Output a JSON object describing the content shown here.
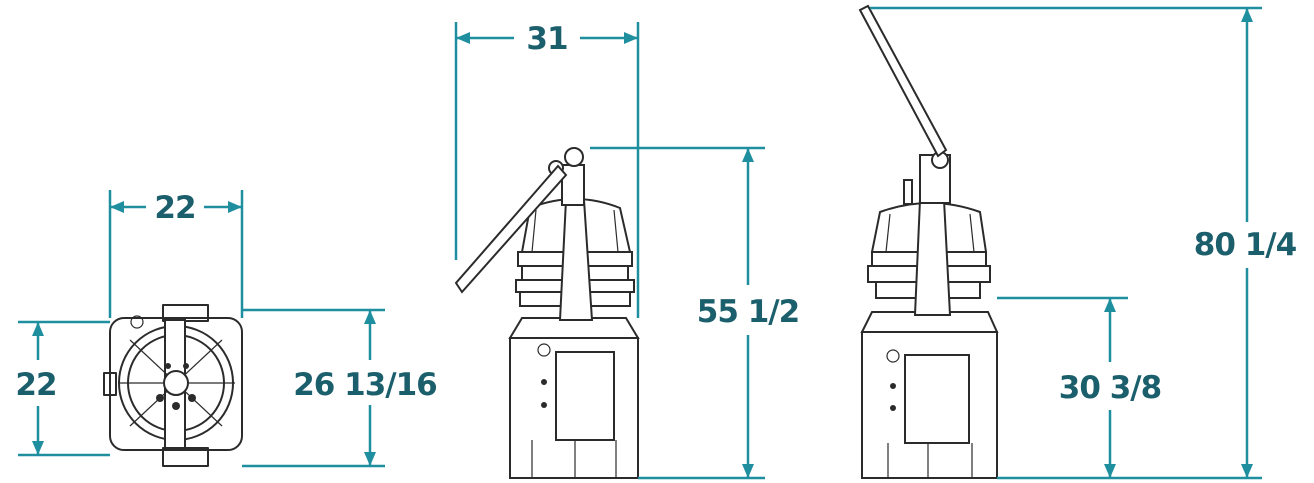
{
  "diagram": {
    "views": {
      "top": {
        "width": "22",
        "depth": "22",
        "depth_handle": "26 13/16"
      },
      "front": {
        "width": "31",
        "height_top": "55 1/2"
      },
      "side": {
        "height_handle_up": "80 1/4",
        "height_work": "30 3/8"
      }
    },
    "colors": {
      "dimension_line": "#1f8fa0",
      "dimension_text": "#1c5f6c",
      "outline": "#2b2b2b"
    }
  }
}
